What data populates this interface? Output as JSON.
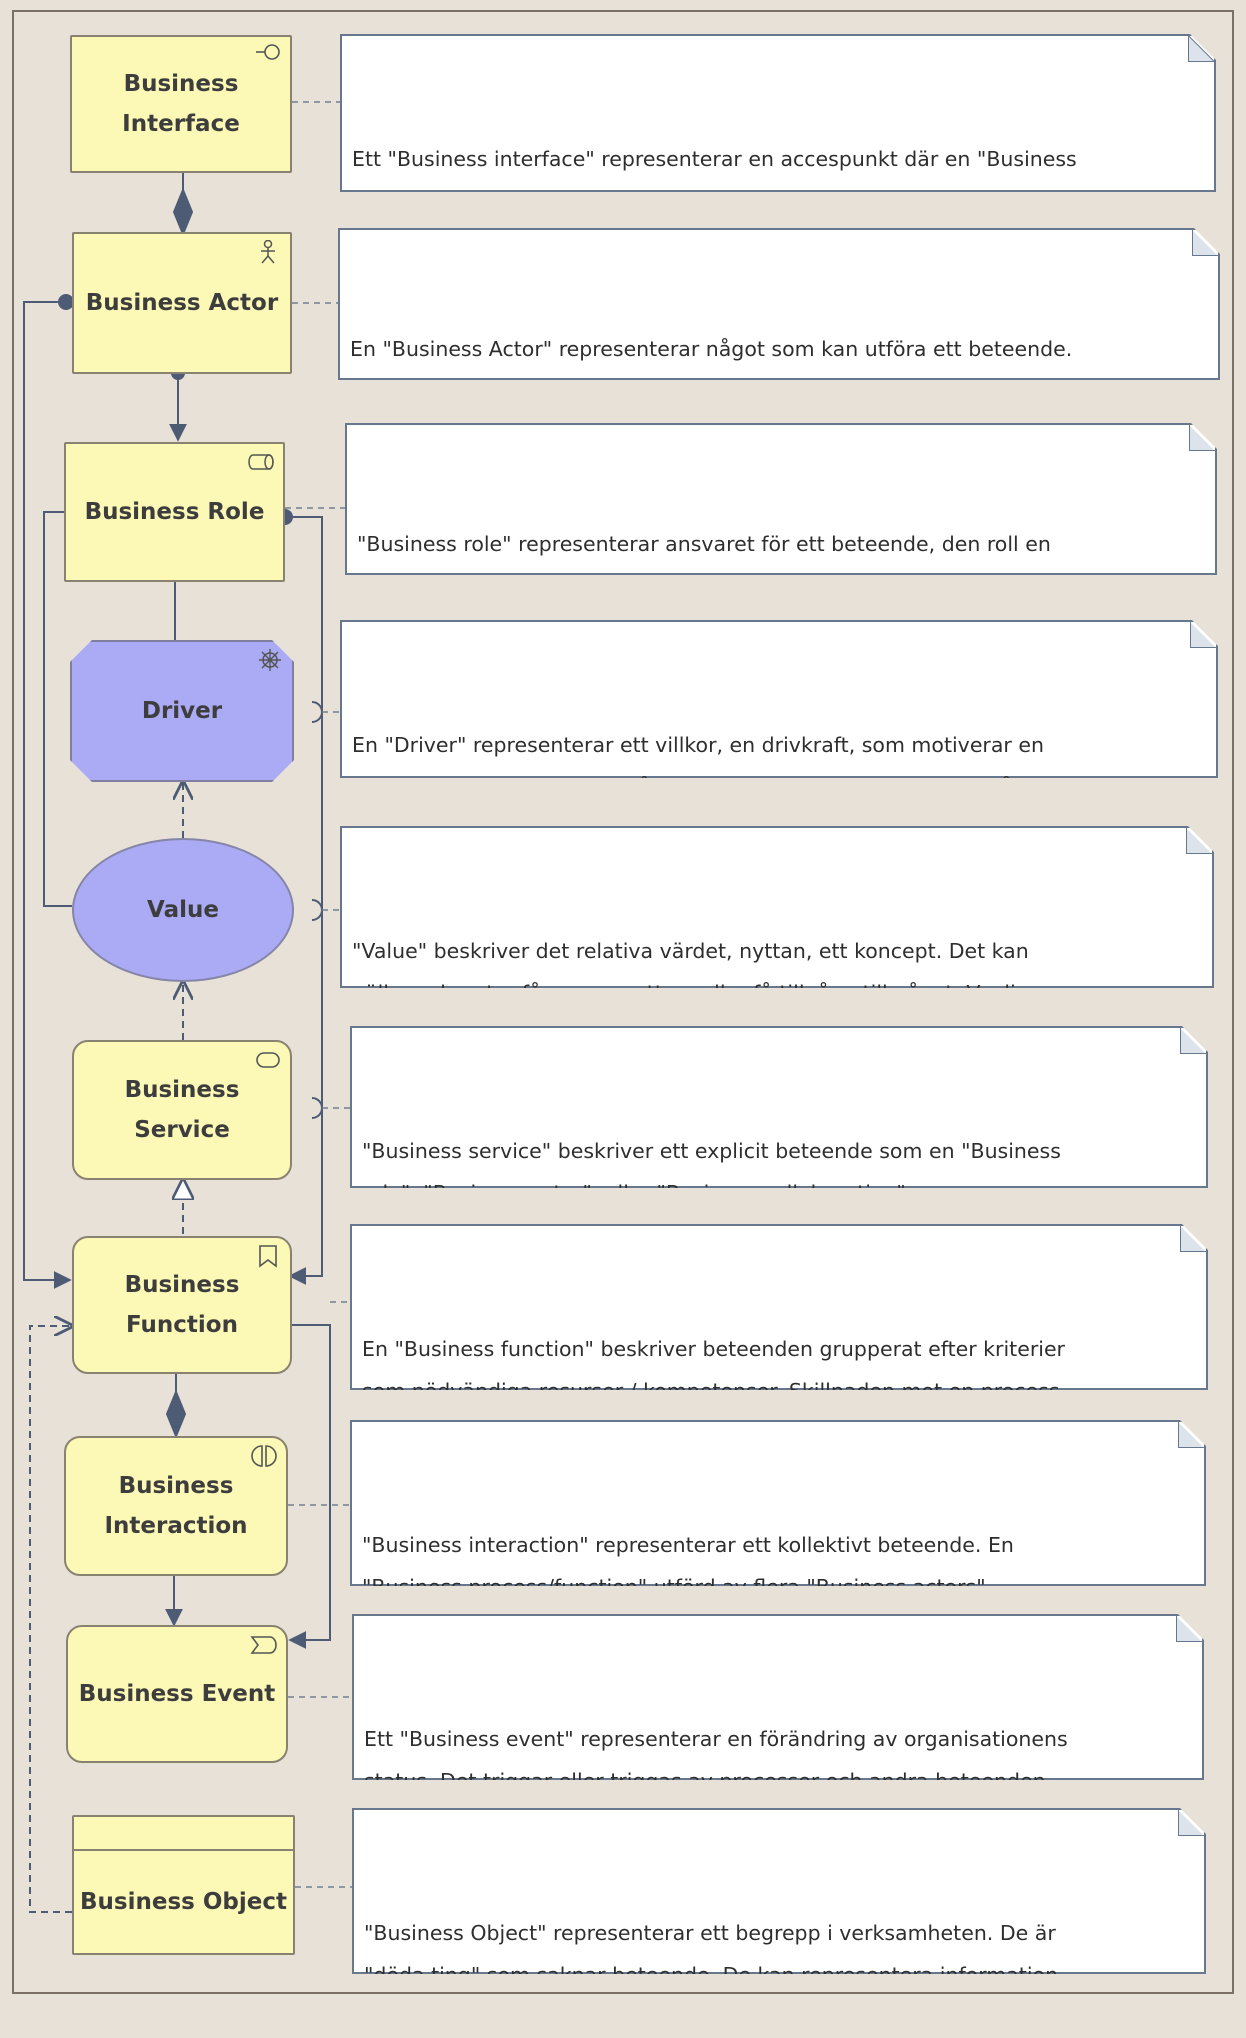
{
  "elements": {
    "business_interface": "Business Interface",
    "business_actor": "Business Actor",
    "business_role": "Business Role",
    "driver": "Driver",
    "value": "Value",
    "business_service": "Business Service",
    "business_function": "Business Function",
    "business_interaction": "Business\nInteraction",
    "business_event": "Business Event",
    "business_object": "Business Object"
  },
  "notes": {
    "business_interface": "Ett \"Business interface\" representerar en accespunkt där en \"Business\nservice\" görs tillgänglig. \"Business interface\" refereras ofta som kanalen\n(telefon, internet m m).",
    "business_actor": "En \"Business Actor\" representerar något som kan utföra ett beteende.\nEn \"Business Actor\" är oberoende implementationen. Exempel är\nmänniskor, avdelningar och affärsenheter.",
    "business_role": "\"Business role\" representerar ansvaret för ett beteende, den roll en\n\"Business actor\" har i en aktivitet. \"Business role\" kopplas till en\n\"Business process\"  eller \"Business function\".",
    "driver": "En \"Driver\" representerar ett villkor, en drivkraft, som motiverar en\norganisation att definiera mål och förändra sig. Den kan bero på\nfaktorer som funktion, prestanda, säkerhet, ekonomi eller lagstiftning.",
    "value": "\"Value\" beskriver det relativa värdet, nyttan, ett koncept. Det kan\ngälla vad parter får genom att ge eller få tillgång till något. Vanligen\ni form av varor, tjänster, information, kunskap eller pengar.",
    "business_service": "\"Business service\" beskriver ett explicit beteende som en \"Business\nrole\", \"Business actor\", eller \"Business collaboration\" exponerar.\nServicen ska exponera ett beteende meningsfullt för omgivningen.",
    "business_function": "En \"Business function\" beskriver beteenden grupperat efter kriterier\nsom nödvändiga resurser / kompetenser. Skillnaden mot en process\när att processen grupperas beteende i en sekvens av aktiviteter.",
    "business_interaction": "\"Business interaction\" representerar ett kollektivt beteende. En\n\"Business process/function\" utförd av flera \"Business actors\",\n\"Business roles\", och/eller \"Business collaborations\".",
    "business_event": "Ett \"Business event\" representerar en förändring av organisationens\nstatus. Det triggar eller triggas av processer och andra beteenden.\nEtt \"Business event\" har ingen varaktighet som t ex en process.",
    "business_object": "\"Business Object\" representerar ett begrepp i verksamheten. De är\n\"döda ting\" som saknar beteende. De kan representera information\nsom sedan realiseras i \"Data Objects\" i applikationslagret."
  },
  "icons": {
    "business_interface": "interface-icon",
    "business_actor": "actor-icon",
    "business_role": "role-icon",
    "driver": "driver-wheel-icon",
    "business_service": "service-icon",
    "business_function": "function-icon",
    "business_interaction": "interaction-icon",
    "business_event": "event-icon"
  },
  "colors": {
    "business_layer": "#fcf8b6",
    "motivation_layer": "#aaaaf5",
    "connector": "#4d5b75",
    "note_border": "#67788e",
    "background": "#e8e1d7"
  }
}
